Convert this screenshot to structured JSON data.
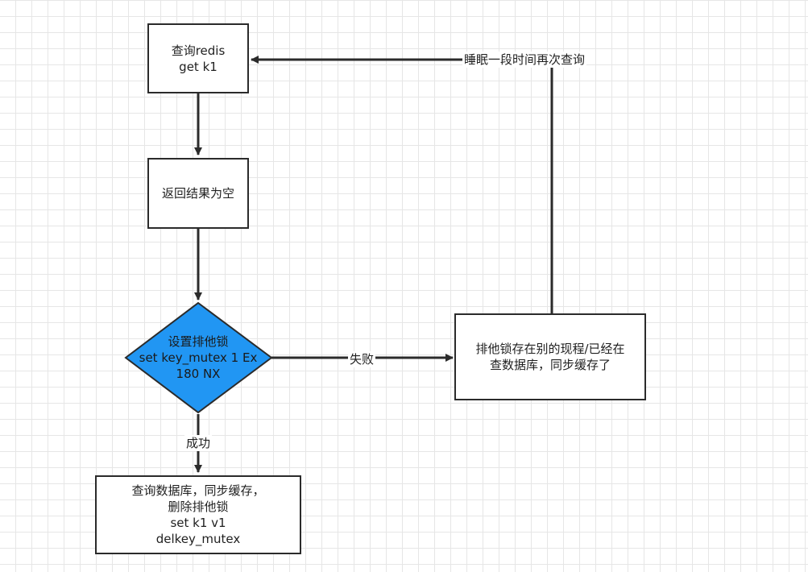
{
  "nodes": {
    "query_redis": {
      "lines": [
        "查询redis",
        "get k1"
      ]
    },
    "empty_result": {
      "lines": [
        "返回结果为空"
      ]
    },
    "set_lock": {
      "lines": [
        "设置排他锁",
        "set key_mutex 1 Ex",
        "180 NX"
      ]
    },
    "lock_exists": {
      "lines": [
        "排他锁存在别的现程/已经在",
        "查数据库，同步缓存了"
      ]
    },
    "query_db": {
      "lines": [
        "查询数据库，同步缓存，",
        "删除排他锁",
        "set k1 v1",
        "delkey_mutex"
      ]
    }
  },
  "edges": {
    "fail_label": "失败",
    "success_label": "成功",
    "retry_label": "睡眠一段时间再次查询"
  },
  "colors": {
    "diamond_fill": "#2196f3",
    "stroke": "#2b2b2b",
    "grid": "#e6e6e6"
  }
}
